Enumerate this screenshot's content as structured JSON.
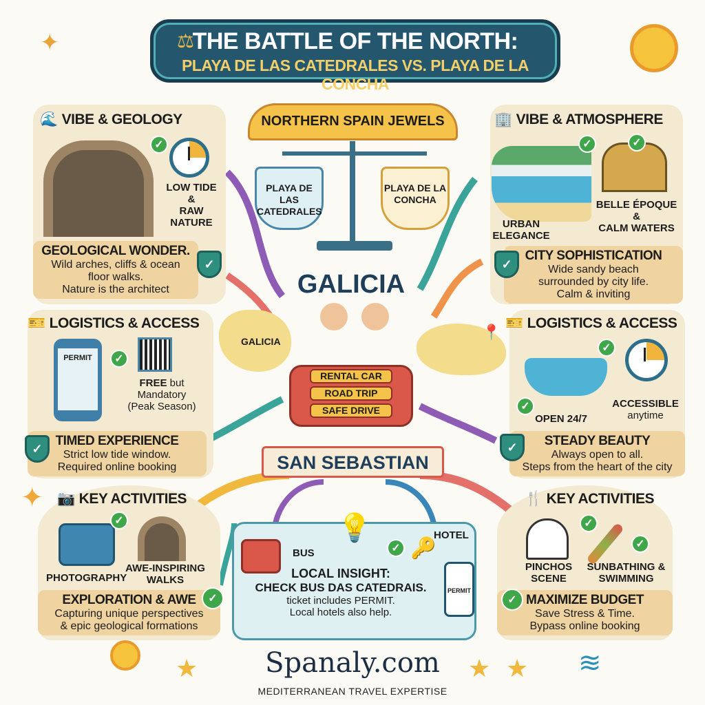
{
  "title": {
    "line1": "THE BATTLE OF THE NORTH:",
    "line2": "PLAYA DE LAS CATEDRALES VS. PLAYA DE LA CONCHA",
    "icon": "scale-icon"
  },
  "center": {
    "banner": "NORTHERN SPAIN JEWELS",
    "left_shield": "PLAYA DE LAS CATEDRALES",
    "right_shield": "PLAYA DE LA CONCHA",
    "region_top": "GALICIA",
    "map_left_label": "GALICIA",
    "car": [
      "RENTAL CAR",
      "ROAD TRIP",
      "SAFE DRIVE"
    ],
    "region_bottom": "SAN SEBASTIAN"
  },
  "left": {
    "vibe": {
      "header": "VIBE & GEOLOGY",
      "icon": "wave-icon",
      "label": [
        "LOW TIDE",
        "&",
        "RAW",
        "NATURE"
      ],
      "title": "GEOLOGICAL WONDER.",
      "text": [
        "Wild arches, cliffs & ocean",
        "floor walks.",
        "Nature is the architect"
      ]
    },
    "logistics": {
      "header": "LOGISTICS & ACCESS",
      "icon": "ticket-icon",
      "phone": "PERMIT",
      "label_bold": "FREE",
      "label": [
        "but",
        "Mandatory",
        "(Peak Season)"
      ],
      "title": "TIMED EXPERIENCE",
      "text": [
        "Strict low tide window.",
        "Required online booking"
      ]
    },
    "activities": {
      "header": "KEY ACTIVITIES",
      "icon": "camera-icon",
      "items": [
        "PHOTOGRAPHY",
        "AWE-INSPIRING WALKS"
      ],
      "title": "EXPLORATION & AWE",
      "text": [
        "Capturing unique perspectives",
        "& epic geological formations"
      ]
    }
  },
  "right": {
    "vibe": {
      "header": "VIBE & ATMOSPHERE",
      "icon": "buildings-icon",
      "label_left": [
        "URBAN",
        "ELEGANCE"
      ],
      "label_right": [
        "BELLE ÉPOQUE",
        "&",
        "CALM WATERS"
      ],
      "title": "CITY SOPHISTICATION",
      "text": [
        "Wide sandy beach",
        "surrounded by city life.",
        "Calm & inviting"
      ]
    },
    "logistics": {
      "header": "LOGISTICS & ACCESS",
      "icon": "ticket-icon",
      "label_left": "OPEN 24/7",
      "label_right_bold": "ACCESSIBLE",
      "label_right": "anytime",
      "title": "STEADY BEAUTY",
      "text": [
        "Always open to all.",
        "Steps from the heart of the city"
      ]
    },
    "activities": {
      "header": "KEY ACTIVITIES",
      "icon": "fork-knife-icon",
      "items": [
        "PINCHOS SCENE",
        "SUNBATHING & SWIMMING"
      ],
      "title": "MAXIMIZE BUDGET",
      "text": [
        "Save Stress & Time.",
        "Bypass online booking"
      ]
    }
  },
  "insight": {
    "bus": "BUS",
    "hotel": "HOTEL",
    "permit": "PERMIT",
    "title1": "LOCAL INSIGHT:",
    "title2": "CHECK BUS DAS CATEDRAIS.",
    "text": [
      "ticket includes PERMIT.",
      "Local hotels also help."
    ]
  },
  "footer": {
    "brand": "Spanaly.com",
    "tagline": "MEDITERRANEAN TRAVEL EXPERTISE"
  },
  "colors": {
    "navy": "#24566e",
    "gold": "#f3cf6a",
    "panel": "#f4ead2",
    "ribbon": "#efd3a0",
    "check": "#3fa64a",
    "shield": "#2f8f7f"
  }
}
